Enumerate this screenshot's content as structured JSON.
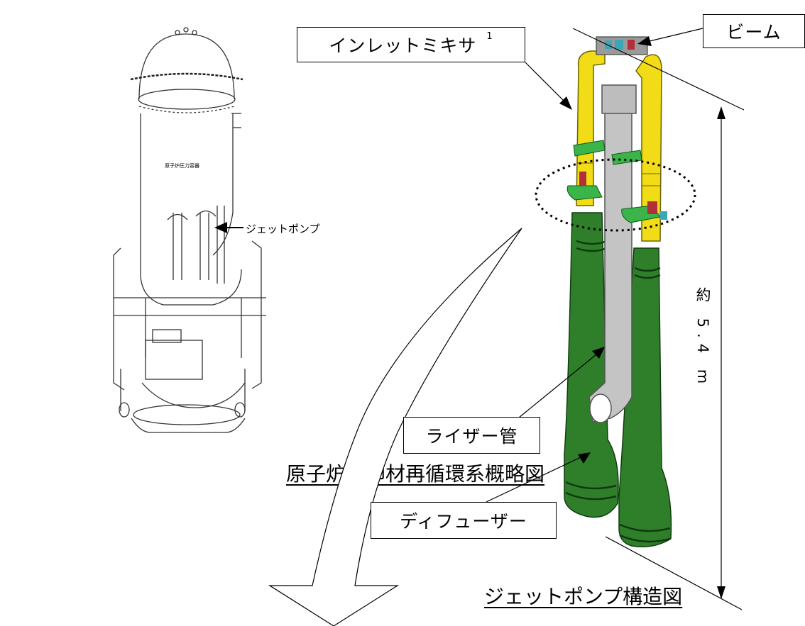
{
  "labels": {
    "inlet_mixer": "インレットミキサ",
    "inlet_mixer_note": "1",
    "beam": "ビーム",
    "riser": "ライザー管",
    "diffuser": "ディフューザー",
    "jet_pump_pointer": "ジェットポンプ",
    "vessel_text": "原子炉圧力容器",
    "dimension": "約 5.4 m"
  },
  "captions": {
    "left": "原子炉冷却材再循環系概略図",
    "right": "ジェットポンプ構造図"
  },
  "colors": {
    "mixer_yellow": "#f2dc18",
    "diffuser_green": "#2f7f2a",
    "riser_gray": "#c4c4c4",
    "bracket_green": "#3bb54a",
    "line": "#000000"
  }
}
